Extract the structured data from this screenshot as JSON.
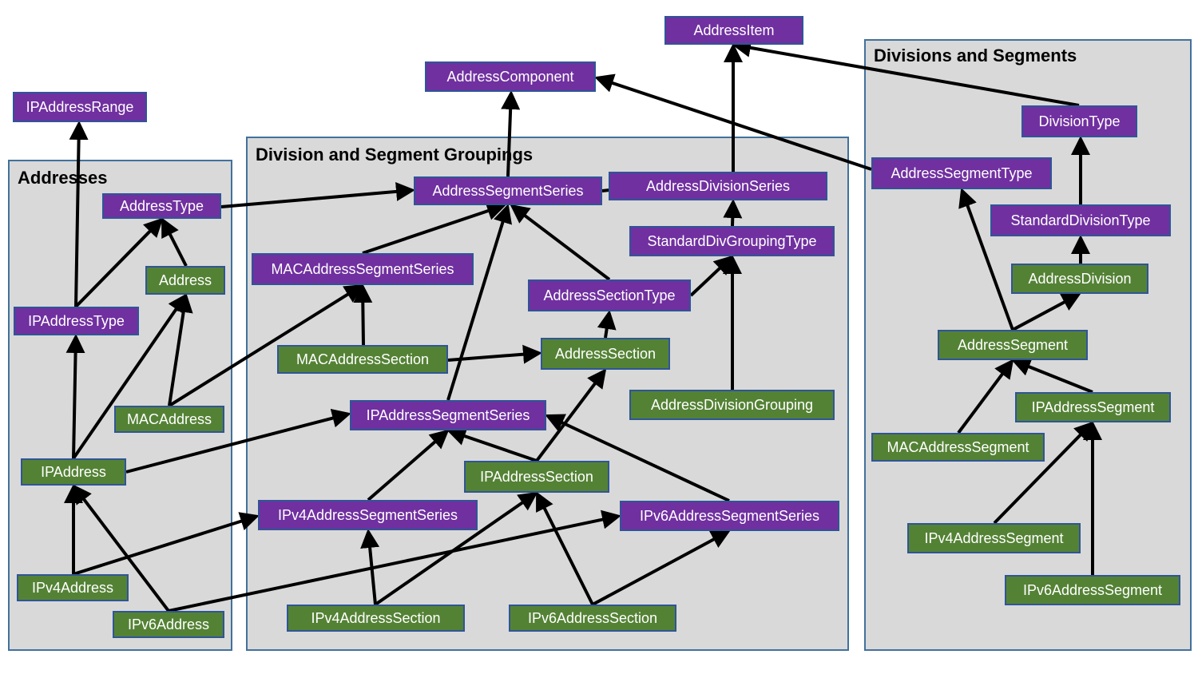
{
  "colors": {
    "interface": "#7030a0",
    "class": "#548235",
    "group_fill": "#d9d9d9",
    "group_border": "#41719c",
    "node_border": "#2f5597",
    "edge": "#000000"
  },
  "groups": {
    "addresses": "Addresses",
    "groupings": "Division and Segment Groupings",
    "divisions": "Divisions and Segments"
  },
  "nodes": {
    "AddressItem": {
      "label": "AddressItem",
      "kind": "interface"
    },
    "AddressComponent": {
      "label": "AddressComponent",
      "kind": "interface"
    },
    "IPAddressRange": {
      "label": "IPAddressRange",
      "kind": "interface"
    },
    "AddressType": {
      "label": "AddressType",
      "kind": "interface"
    },
    "Address": {
      "label": "Address",
      "kind": "class"
    },
    "IPAddressType": {
      "label": "IPAddressType",
      "kind": "interface"
    },
    "MACAddress": {
      "label": "MACAddress",
      "kind": "class"
    },
    "IPAddress": {
      "label": "IPAddress",
      "kind": "class"
    },
    "IPv4Address": {
      "label": "IPv4Address",
      "kind": "class"
    },
    "IPv6Address": {
      "label": "IPv6Address",
      "kind": "class"
    },
    "AddressSegmentSeries": {
      "label": "AddressSegmentSeries",
      "kind": "interface"
    },
    "AddressDivisionSeries": {
      "label": "AddressDivisionSeries",
      "kind": "interface"
    },
    "StandardDivGroupingType": {
      "label": "StandardDivGroupingType",
      "kind": "interface"
    },
    "MACAddressSegmentSeries": {
      "label": "MACAddressSegmentSeries",
      "kind": "interface"
    },
    "AddressSectionType": {
      "label": "AddressSectionType",
      "kind": "interface"
    },
    "MACAddressSection": {
      "label": "MACAddressSection",
      "kind": "class"
    },
    "AddressSection": {
      "label": "AddressSection",
      "kind": "class"
    },
    "AddressDivisionGrouping": {
      "label": "AddressDivisionGrouping",
      "kind": "class"
    },
    "IPAddressSegmentSeries": {
      "label": "IPAddressSegmentSeries",
      "kind": "interface"
    },
    "IPAddressSection": {
      "label": "IPAddressSection",
      "kind": "class"
    },
    "IPv4AddressSegmentSeries": {
      "label": "IPv4AddressSegmentSeries",
      "kind": "interface"
    },
    "IPv6AddressSegmentSeries": {
      "label": "IPv6AddressSegmentSeries",
      "kind": "interface"
    },
    "IPv4AddressSection": {
      "label": "IPv4AddressSection",
      "kind": "class"
    },
    "IPv6AddressSection": {
      "label": "IPv6AddressSection",
      "kind": "class"
    },
    "DivisionType": {
      "label": "DivisionType",
      "kind": "interface"
    },
    "AddressSegmentType": {
      "label": "AddressSegmentType",
      "kind": "interface"
    },
    "StandardDivisionType": {
      "label": "StandardDivisionType",
      "kind": "interface"
    },
    "AddressDivision": {
      "label": "AddressDivision",
      "kind": "class"
    },
    "AddressSegment": {
      "label": "AddressSegment",
      "kind": "class"
    },
    "IPAddressSegment": {
      "label": "IPAddressSegment",
      "kind": "class"
    },
    "MACAddressSegment": {
      "label": "MACAddressSegment",
      "kind": "class"
    },
    "IPv4AddressSegment": {
      "label": "IPv4AddressSegment",
      "kind": "class"
    },
    "IPv6AddressSegment": {
      "label": "IPv6AddressSegment",
      "kind": "class"
    }
  },
  "edges": [
    [
      "IPAddressType",
      "IPAddressRange"
    ],
    [
      "IPAddressType",
      "AddressType"
    ],
    [
      "Address",
      "AddressType"
    ],
    [
      "AddressType",
      "AddressSegmentSeries"
    ],
    [
      "IPAddress",
      "IPAddressType"
    ],
    [
      "IPAddress",
      "Address"
    ],
    [
      "MACAddress",
      "Address"
    ],
    [
      "MACAddress",
      "MACAddressSegmentSeries"
    ],
    [
      "IPAddress",
      "IPAddressSegmentSeries"
    ],
    [
      "IPv4Address",
      "IPAddress"
    ],
    [
      "IPv6Address",
      "IPAddress"
    ],
    [
      "IPv4Address",
      "IPv4AddressSegmentSeries"
    ],
    [
      "IPv6Address",
      "IPv6AddressSegmentSeries"
    ],
    [
      "AddressSegmentSeries",
      "AddressComponent"
    ],
    [
      "AddressSegmentSeries",
      "AddressDivisionSeries"
    ],
    [
      "AddressDivisionSeries",
      "AddressItem"
    ],
    [
      "StandardDivGroupingType",
      "AddressDivisionSeries"
    ],
    [
      "MACAddressSegmentSeries",
      "AddressSegmentSeries"
    ],
    [
      "IPAddressSegmentSeries",
      "AddressSegmentSeries"
    ],
    [
      "AddressSectionType",
      "AddressSegmentSeries"
    ],
    [
      "AddressSectionType",
      "StandardDivGroupingType"
    ],
    [
      "AddressDivisionGrouping",
      "StandardDivGroupingType"
    ],
    [
      "AddressSection",
      "AddressSectionType"
    ],
    [
      "MACAddressSection",
      "MACAddressSegmentSeries"
    ],
    [
      "MACAddressSection",
      "AddressSection"
    ],
    [
      "IPAddressSection",
      "AddressSection"
    ],
    [
      "IPAddressSection",
      "IPAddressSegmentSeries"
    ],
    [
      "IPv4AddressSegmentSeries",
      "IPAddressSegmentSeries"
    ],
    [
      "IPv6AddressSegmentSeries",
      "IPAddressSegmentSeries"
    ],
    [
      "IPv4AddressSection",
      "IPv4AddressSegmentSeries"
    ],
    [
      "IPv4AddressSection",
      "IPAddressSection"
    ],
    [
      "IPv6AddressSection",
      "IPAddressSection"
    ],
    [
      "IPv6AddressSection",
      "IPv6AddressSegmentSeries"
    ],
    [
      "AddressSegmentType",
      "AddressComponent"
    ],
    [
      "DivisionType",
      "AddressItem"
    ],
    [
      "StandardDivisionType",
      "DivisionType"
    ],
    [
      "AddressDivision",
      "StandardDivisionType"
    ],
    [
      "AddressSegment",
      "AddressSegmentType"
    ],
    [
      "AddressSegment",
      "AddressDivision"
    ],
    [
      "MACAddressSegment",
      "AddressSegment"
    ],
    [
      "IPAddressSegment",
      "AddressSegment"
    ],
    [
      "IPv4AddressSegment",
      "IPAddressSegment"
    ],
    [
      "IPv6AddressSegment",
      "IPAddressSegment"
    ]
  ]
}
